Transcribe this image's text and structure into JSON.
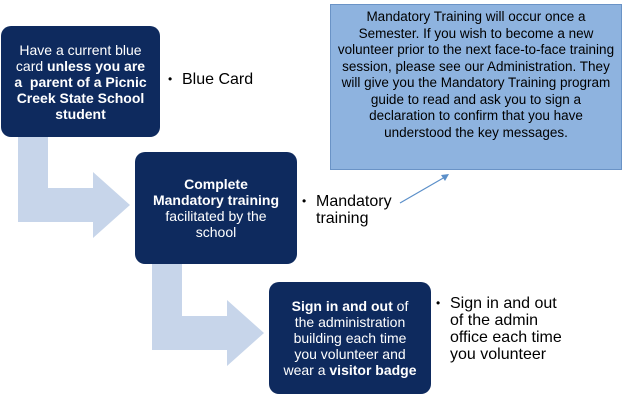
{
  "steps": [
    {
      "lines": [
        [
          {
            "t": "Have a current blue",
            "b": false
          }
        ],
        [
          {
            "t": "card ",
            "b": false
          },
          {
            "t": "unless you are",
            "b": true
          }
        ],
        [
          {
            "t": "a  parent of a Picnic",
            "b": true
          }
        ],
        [
          {
            "t": "Creek State School",
            "b": true
          }
        ],
        [
          {
            "t": "student",
            "b": true
          }
        ]
      ],
      "bullet": "Blue Card"
    },
    {
      "lines": [
        [
          {
            "t": "Complete",
            "b": true
          }
        ],
        [
          {
            "t": "Mandatory training",
            "b": true
          }
        ],
        [
          {
            "t": "facilitated by the",
            "b": false
          }
        ],
        [
          {
            "t": "school",
            "b": false
          }
        ]
      ],
      "bullet": "Mandatory training"
    },
    {
      "lines": [
        [
          {
            "t": "Sign in and out",
            "b": true
          },
          {
            "t": " of",
            "b": false
          }
        ],
        [
          {
            "t": "the administration",
            "b": false
          }
        ],
        [
          {
            "t": "building each time",
            "b": false
          }
        ],
        [
          {
            "t": "you volunteer and",
            "b": false
          }
        ],
        [
          {
            "t": "wear a ",
            "b": false
          },
          {
            "t": "visitor badge",
            "b": true
          }
        ]
      ],
      "bullet": "Sign in and out of the admin office each time you volunteer"
    }
  ],
  "note": "Mandatory Training will occur once a Semester.  If you wish to become a new volunteer prior to the next face-to-face training session, please see our Administration.  They will give you the Mandatory Training program guide to read and ask you to sign a declaration to confirm that you have understood the key messages.",
  "colors": {
    "box": "#0e2a5e",
    "arrow": "#c7d5ea",
    "note_fill": "#8eb3df",
    "connector": "#5b8fc9"
  }
}
